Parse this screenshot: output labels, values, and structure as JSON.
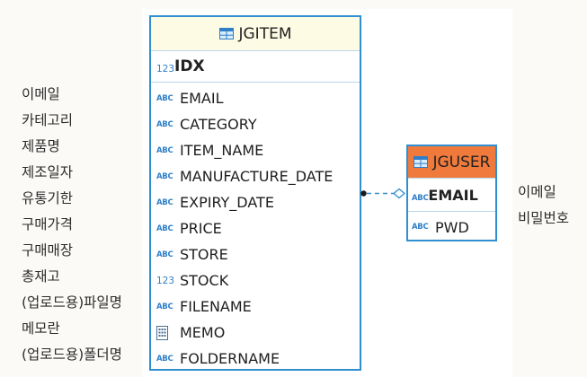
{
  "tables": {
    "jgitem": {
      "title": "JGITEM",
      "pk": {
        "type": "123",
        "name": "IDX"
      },
      "columns": [
        {
          "type": "ABC",
          "name": "EMAIL"
        },
        {
          "type": "ABC",
          "name": "CATEGORY"
        },
        {
          "type": "ABC",
          "name": "ITEM_NAME"
        },
        {
          "type": "ABC",
          "name": "MANUFACTURE_DATE"
        },
        {
          "type": "ABC",
          "name": "EXPIRY_DATE"
        },
        {
          "type": "ABC",
          "name": "PRICE"
        },
        {
          "type": "ABC",
          "name": "STORE"
        },
        {
          "type": "123",
          "name": "STOCK"
        },
        {
          "type": "ABC",
          "name": "FILENAME"
        },
        {
          "type": "memo-icon",
          "name": "MEMO"
        },
        {
          "type": "ABC",
          "name": "FOLDERNAME"
        }
      ]
    },
    "jguser": {
      "title": "JGUSER",
      "pk": {
        "type": "ABC",
        "name": "EMAIL"
      },
      "columns": [
        {
          "type": "ABC",
          "name": "PWD"
        }
      ]
    }
  },
  "item_labels": [
    "이메일",
    "카테고리",
    "제품명",
    "제조일자",
    "유통기한",
    "구매가격",
    "구매매장",
    "총재고",
    "(업로드용)파일명",
    "메모란",
    "(업로드용)폴더명"
  ],
  "user_labels": [
    "이메일",
    "비밀번호"
  ],
  "colors": {
    "border": "#2f8fd0",
    "jgitem_header": "#fdfbe4",
    "jguser_header": "#f07a3c",
    "type_badge": "#2f7fc8"
  }
}
